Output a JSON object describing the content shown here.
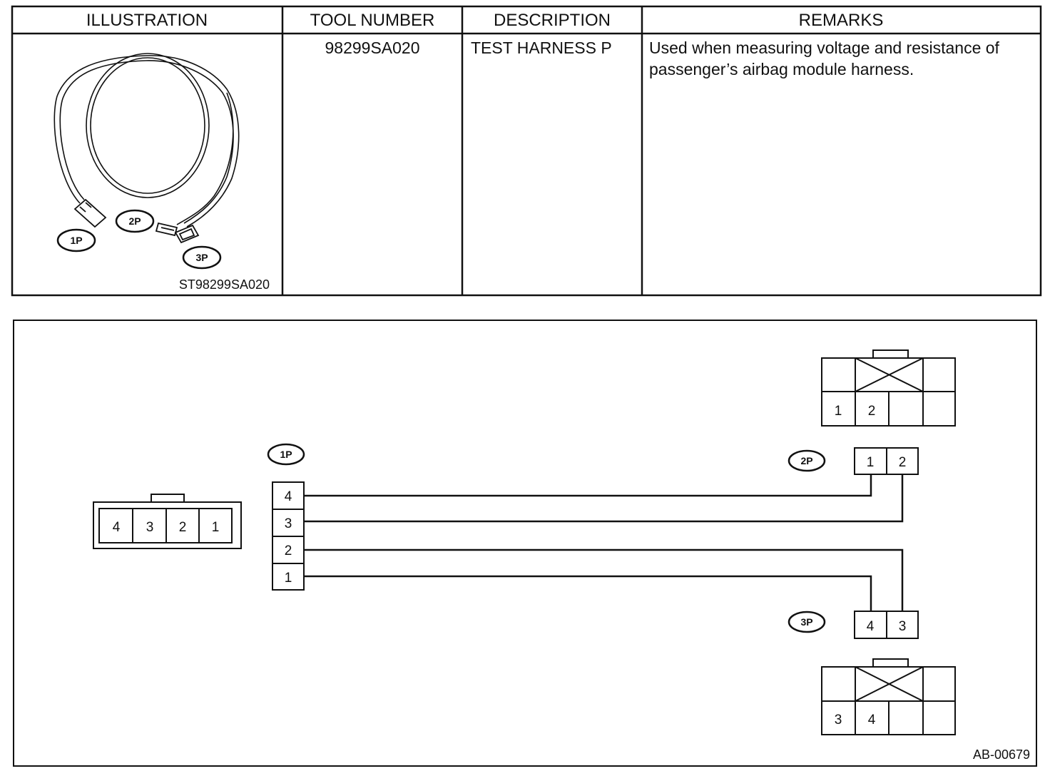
{
  "table": {
    "headers": {
      "illustration": "ILLUSTRATION",
      "tool_number": "TOOL NUMBER",
      "description": "DESCRIPTION",
      "remarks": "REMARKS"
    },
    "row": {
      "tool_number": "98299SA020",
      "description": "TEST HARNESS P",
      "remarks_line1": "Used when measuring voltage and resistance of",
      "remarks_line2": "passenger’s airbag module harness.",
      "illustration_code": "ST98299SA020"
    },
    "illustration_tags": {
      "p1": "1P",
      "p2": "2P",
      "p3": "3P"
    }
  },
  "diagram": {
    "labels": {
      "c1p": "1P",
      "c2p": "2P",
      "c3p": "3P"
    },
    "c1p_pins": [
      "4",
      "3",
      "2",
      "1"
    ],
    "c1p_face_pins": [
      "4",
      "3",
      "2",
      "1"
    ],
    "c2p_pins": [
      "1",
      "2"
    ],
    "c3p_pins": [
      "4",
      "3"
    ],
    "c2p_face_pins": [
      "1",
      "2"
    ],
    "c3p_face_pins": [
      "3",
      "4"
    ],
    "footer_code": "AB-00679"
  }
}
